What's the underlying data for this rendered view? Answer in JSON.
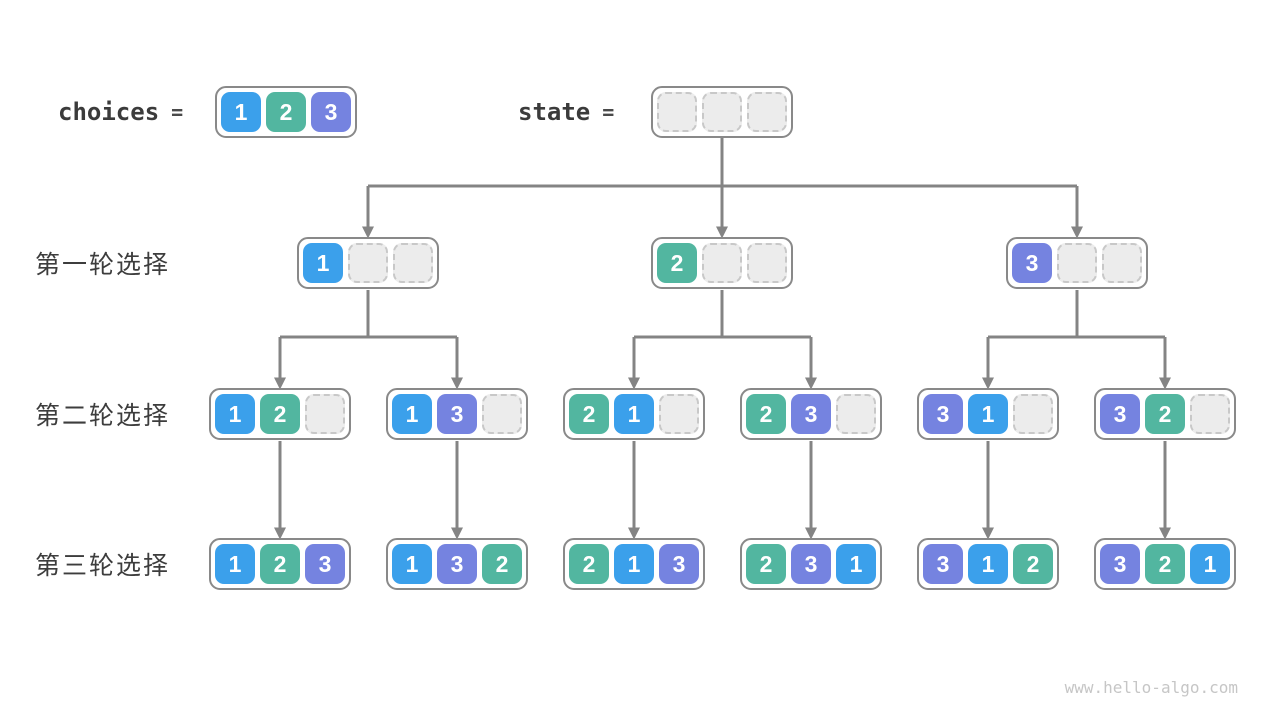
{
  "palette": {
    "1": "#3BA0EB",
    "2": "#52B6A0",
    "3": "#7583E0",
    "empty_bg": "#ECECEC",
    "empty_border": "#C8C8C8",
    "connector": "#848484"
  },
  "header": {
    "choices_label": "choices",
    "state_label": "state",
    "equals": "=",
    "choices_cells": [
      "1",
      "2",
      "3"
    ],
    "state_cells": [
      "",
      "",
      ""
    ]
  },
  "rows": [
    {
      "label": "第一轮选择",
      "nodes": [
        [
          "1",
          "",
          ""
        ],
        [
          "2",
          "",
          ""
        ],
        [
          "3",
          "",
          ""
        ]
      ]
    },
    {
      "label": "第二轮选择",
      "nodes": [
        [
          "1",
          "2",
          ""
        ],
        [
          "1",
          "3",
          ""
        ],
        [
          "2",
          "1",
          ""
        ],
        [
          "2",
          "3",
          ""
        ],
        [
          "3",
          "1",
          ""
        ],
        [
          "3",
          "2",
          ""
        ]
      ]
    },
    {
      "label": "第三轮选择",
      "nodes": [
        [
          "1",
          "2",
          "3"
        ],
        [
          "1",
          "3",
          "2"
        ],
        [
          "2",
          "1",
          "3"
        ],
        [
          "2",
          "3",
          "1"
        ],
        [
          "3",
          "1",
          "2"
        ],
        [
          "3",
          "2",
          "1"
        ]
      ]
    }
  ],
  "watermark": "www.hello-algo.com"
}
